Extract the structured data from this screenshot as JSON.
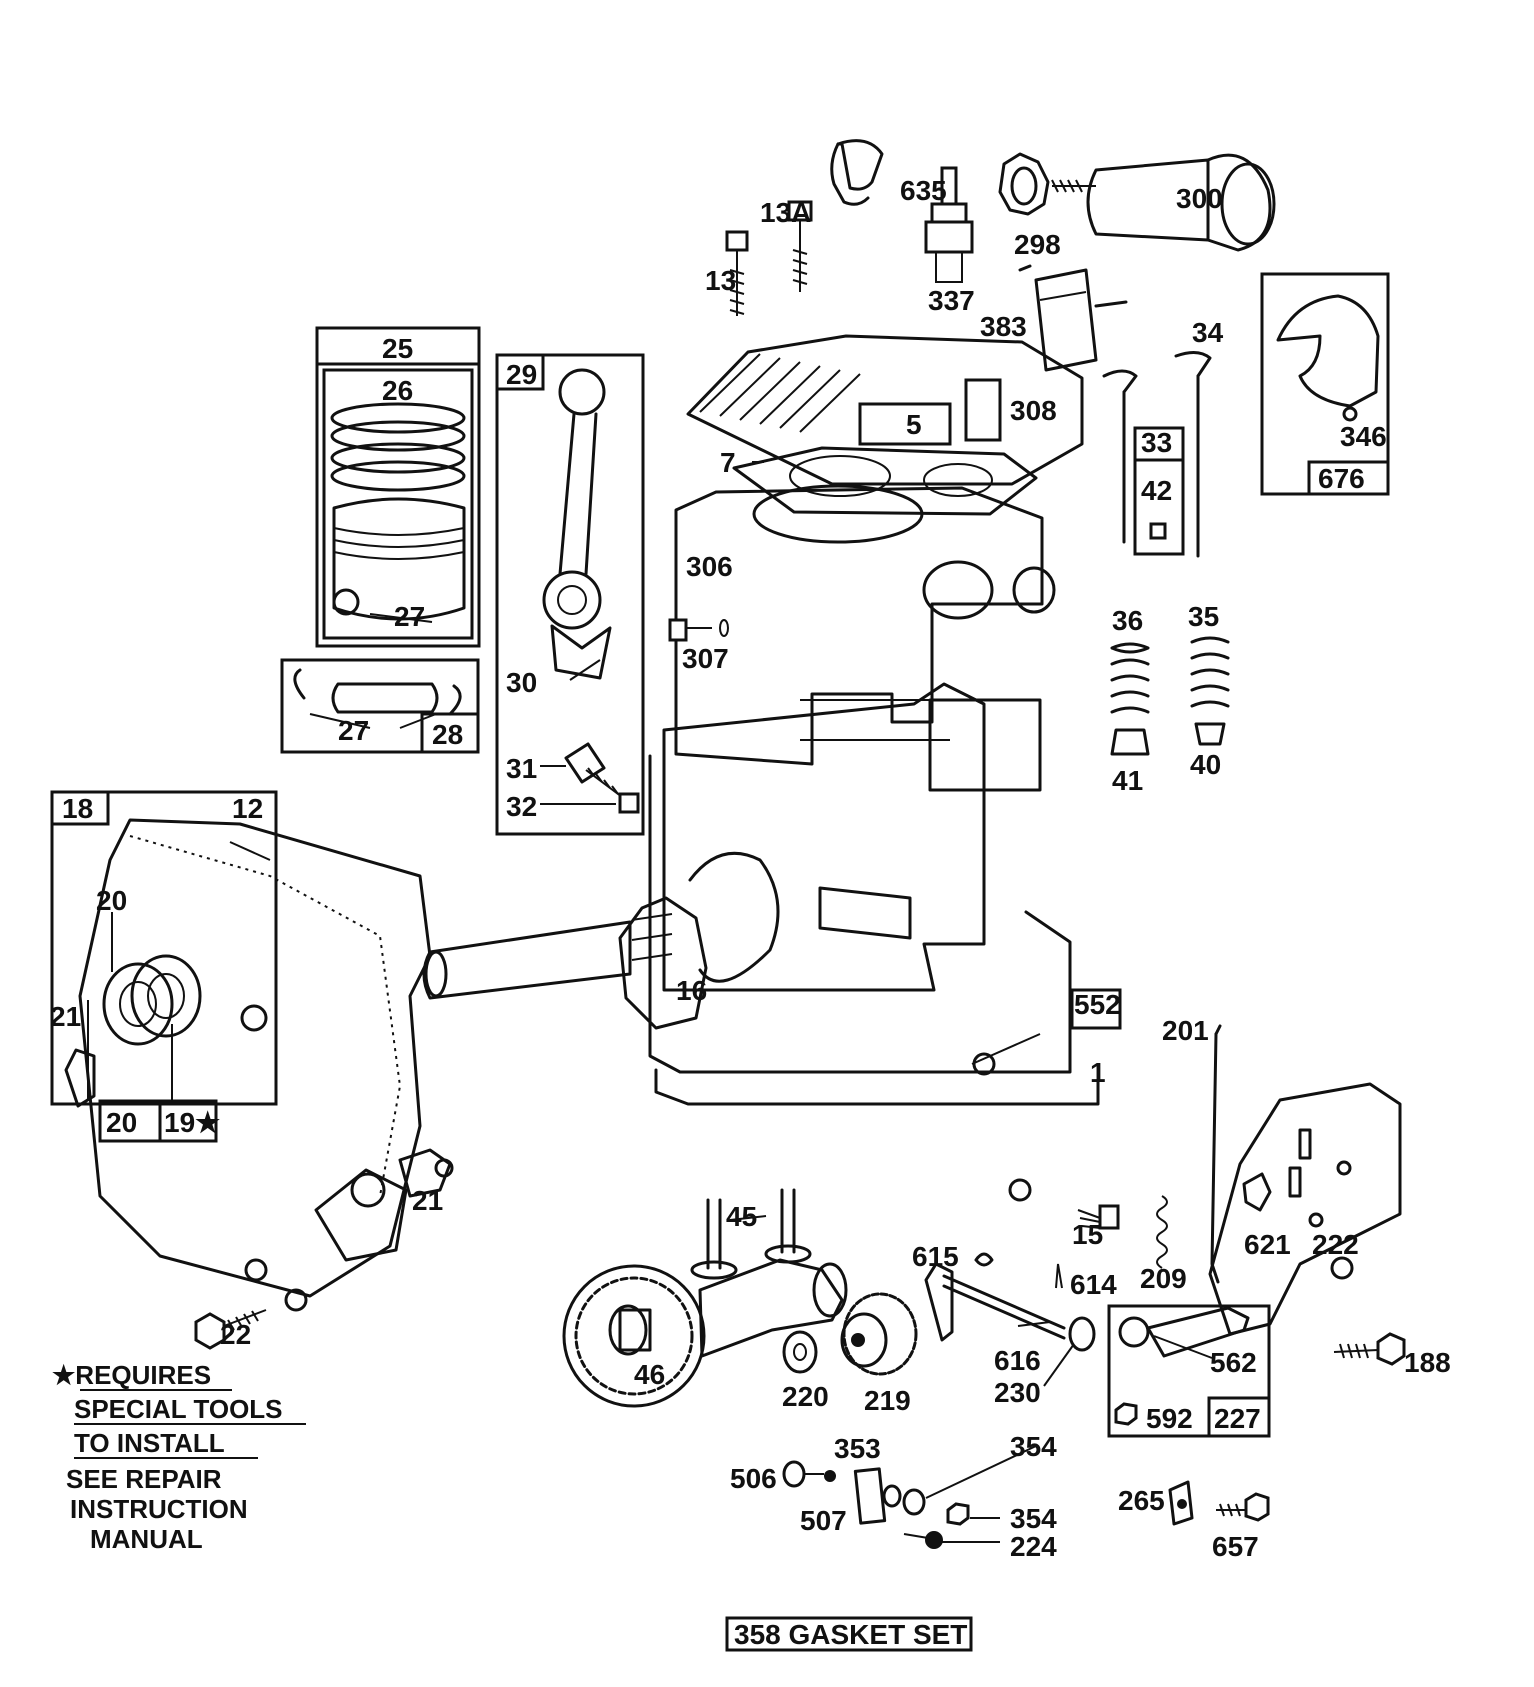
{
  "labels": {
    "p635": "635",
    "p13A": "13A",
    "p13": "13",
    "p337": "337",
    "p300": "300",
    "p298": "298",
    "p383": "383",
    "p34": "34",
    "p25": "25",
    "p26": "26",
    "p29": "29",
    "p5": "5",
    "p308": "308",
    "p346": "346",
    "p676": "676",
    "p33": "33",
    "p7": "7",
    "p42": "42",
    "p306": "306",
    "p27a": "27",
    "p307": "307",
    "p36": "36",
    "p35": "35",
    "p30": "30",
    "p27b": "27",
    "p28": "28",
    "p41": "41",
    "p40": "40",
    "p31": "31",
    "p32": "32",
    "p18": "18",
    "p12": "12",
    "p20a": "20",
    "p16": "16",
    "p21a": "21",
    "p552": "552",
    "p1": "1",
    "p201": "201",
    "p20b": "20",
    "p19": "19★",
    "p21b": "21",
    "p45": "45",
    "p15": "15",
    "p615": "615",
    "p614": "614",
    "p209": "209",
    "p621": "621",
    "p222": "222",
    "p22": "22",
    "p616": "616",
    "p230": "230",
    "p562": "562",
    "p188": "188",
    "p46": "46",
    "p220": "220",
    "p219": "219",
    "p592": "592",
    "p227": "227",
    "p353": "353",
    "p354a": "354",
    "p506": "506",
    "p507": "507",
    "p354b": "354",
    "p224": "224",
    "p265": "265",
    "p657": "657"
  },
  "notes": {
    "requires_line1": "★REQUIRES",
    "requires_line2": "SPECIAL TOOLS",
    "requires_line3": "TO INSTALL",
    "repair_line1": "SEE REPAIR",
    "repair_line2": "INSTRUCTION",
    "repair_line3": "MANUAL"
  },
  "footer": {
    "gasket_set": "358 GASKET SET"
  }
}
